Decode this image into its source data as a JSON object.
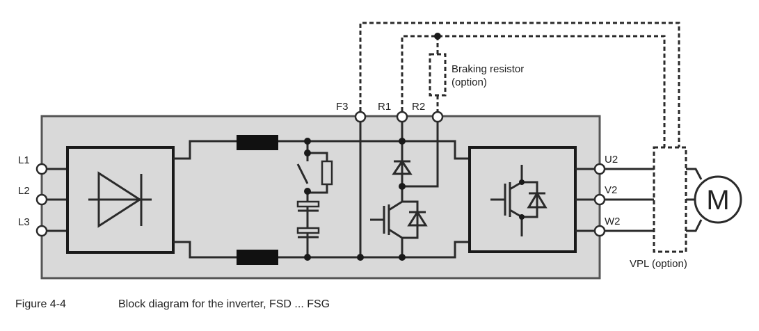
{
  "terminals": {
    "input": [
      "L1",
      "L2",
      "L3"
    ],
    "dc": [
      "F3",
      "R1",
      "R2"
    ],
    "output": [
      "U2",
      "V2",
      "W2"
    ]
  },
  "braking_resistor": {
    "line1": "Braking resistor",
    "line2": "(option)"
  },
  "vpl_label": "VPL (option)",
  "motor_label": "M",
  "caption": {
    "number": "Figure 4-4",
    "text": "Block diagram for the inverter, FSD ... FSG"
  },
  "colors": {
    "housing": "#d9d9d9",
    "line": "#2a2a2a",
    "inductor": "#111111"
  }
}
